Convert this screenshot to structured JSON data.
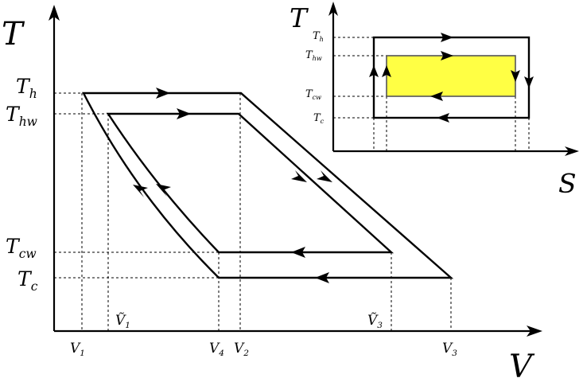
{
  "main": {
    "y_axis": "T",
    "x_axis": "V",
    "y_ticks": [
      {
        "base": "T",
        "sub": "h"
      },
      {
        "base": "T",
        "sub": "hw"
      },
      {
        "base": "T",
        "sub": "cw"
      },
      {
        "base": "T",
        "sub": "c"
      }
    ],
    "x_ticks": [
      {
        "base": "V",
        "sub": "1"
      },
      {
        "base": "Ṽ",
        "sub": "1"
      },
      {
        "base": "V",
        "sub": "4"
      },
      {
        "base": "V",
        "sub": "2"
      },
      {
        "base": "Ṽ",
        "sub": "3"
      },
      {
        "base": "V",
        "sub": "3"
      }
    ],
    "inner_fill": "#bfffe3"
  },
  "inset": {
    "y_axis": "T",
    "x_axis": "S",
    "y_ticks": [
      {
        "base": "T",
        "sub": "h"
      },
      {
        "base": "T",
        "sub": "hw"
      },
      {
        "base": "T",
        "sub": "cw"
      },
      {
        "base": "T",
        "sub": "c"
      }
    ],
    "inner_fill": "#ffff44"
  }
}
